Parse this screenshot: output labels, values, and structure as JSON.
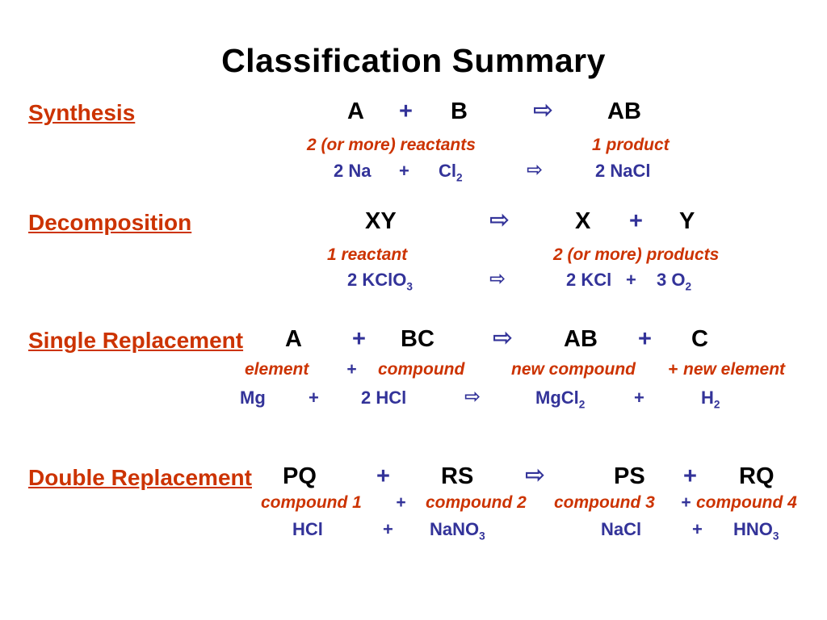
{
  "title": "Classification Summary",
  "colors": {
    "red": "#cc3300",
    "blue": "#333399",
    "ink": "#000000",
    "bg": "#ffffff"
  },
  "sections": [
    {
      "label": "Synthesis",
      "general": {
        "a": "A",
        "plus": "+",
        "b": "B",
        "arrow": "⇨",
        "product": "AB"
      },
      "desc": {
        "left": "2 (or more) reactants",
        "right": "1 product"
      },
      "example": {
        "t1": "2 Na",
        "plus": "+",
        "t2": "Cl",
        "t2_sub": "2",
        "arrow": "⇨",
        "t3": "2 NaCl"
      }
    },
    {
      "label": "Decomposition",
      "general": {
        "a": "XY",
        "arrow": "⇨",
        "b": "X",
        "plus": "+",
        "c": "Y"
      },
      "desc": {
        "left": "1 reactant",
        "right": "2 (or more) products"
      },
      "example": {
        "t1": "2 KClO",
        "t1_sub": "3",
        "arrow": "⇨",
        "t2": "2 KCl",
        "plus": "+",
        "t3": "3 O",
        "t3_sub": "2"
      }
    },
    {
      "label": "Single Replacement",
      "general": {
        "a": "A",
        "plus1": "+",
        "b": "BC",
        "arrow": "⇨",
        "c": "AB",
        "plus2": "+",
        "d": "C"
      },
      "desc": {
        "w1": "element",
        "plus1": "+",
        "w2": "compound",
        "w3": "new compound",
        "plus2": "+",
        "w4": "new element"
      },
      "example": {
        "t1": "Mg",
        "plus1": "+",
        "t2": "2 HCl",
        "arrow": "⇨",
        "t3": "MgCl",
        "t3_sub": "2",
        "plus2": "+",
        "t4": "H",
        "t4_sub": "2"
      }
    },
    {
      "label": "Double Replacement",
      "general": {
        "a": "PQ",
        "plus1": "+",
        "b": "RS",
        "arrow": "⇨",
        "c": "PS",
        "plus2": "+",
        "d": "RQ"
      },
      "desc": {
        "w1": "compound 1",
        "plus1": "+",
        "w2": "compound 2",
        "w3": "compound 3",
        "plus2": "+",
        "w4": "compound 4"
      },
      "example": {
        "t1": "HCl",
        "plus1": "+",
        "t2": "NaNO",
        "t2_sub": "3",
        "t3": "NaCl",
        "plus2": "+",
        "t4": "HNO",
        "t4_sub": "3"
      }
    }
  ]
}
